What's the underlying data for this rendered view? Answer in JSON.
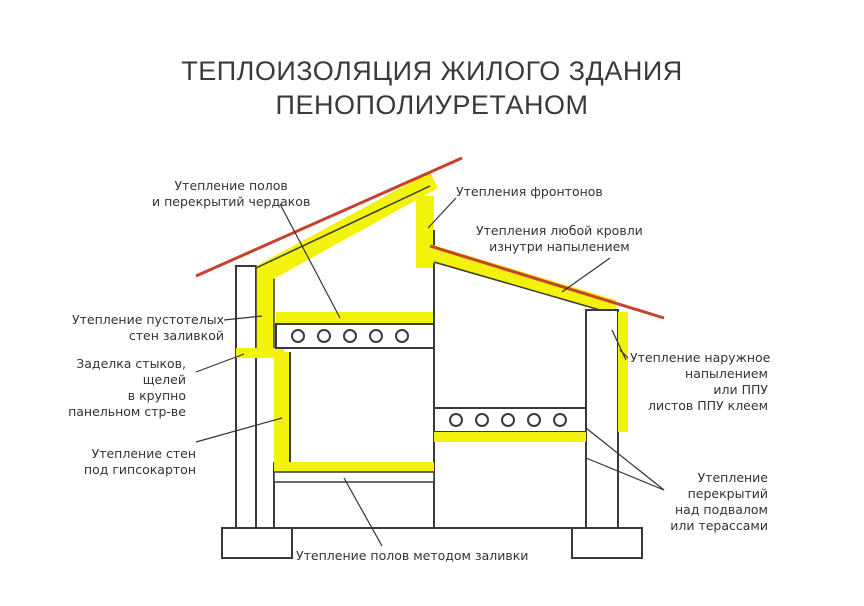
{
  "title": {
    "line1": "ТЕПЛОИЗОЛЯЦИЯ ЖИЛОГО ЗДАНИЯ",
    "line2": "ПЕНОПОЛИУРЕТАНОМ"
  },
  "colors": {
    "insulation": "#f2f20a",
    "roof": "#c8402e",
    "structure": "#3a3a3a",
    "text": "#333333"
  },
  "labels": {
    "floors_attic": [
      "Утепление полов",
      "и перекрытий чердаков"
    ],
    "gables": [
      "Утепления фронтонов"
    ],
    "roof_any": [
      "Утепления любой кровли",
      "изнутри напылением"
    ],
    "hollow_walls": [
      "Утепление пустотелых",
      "стен заливкой"
    ],
    "joints": [
      "Заделка стыков,",
      "щелей",
      "в крупно",
      "панельном стр-ве"
    ],
    "walls_drywall": [
      "Утепление стен",
      "под гипсокартон"
    ],
    "floors_pour": [
      "Утепление полов методом заливки"
    ],
    "external_spray": [
      "Утепление наружное",
      "напылением",
      "или ППУ",
      "листов ППУ клеем"
    ],
    "basement_floors": [
      "Утепление",
      "перекрытий",
      "над подвалом",
      "или терассами"
    ]
  }
}
